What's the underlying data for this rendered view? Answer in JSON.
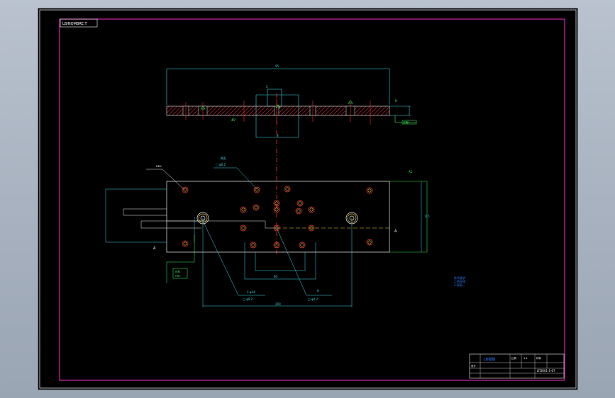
{
  "window": {
    "background": "#b0b9c6",
    "viewport_bg": "#000000"
  },
  "drawing": {
    "tab_label": "LB/NOMBRE.T",
    "colors": {
      "frame": "#ff2bd0",
      "border": "#ffffff",
      "dimension": "#3fd6e6",
      "plate": "#f0f0f0",
      "hatch": "#ff3040",
      "centerline": "#ff2a2a",
      "hole_outer": "#ff3b3b",
      "hole_inner": "#ffcf3a",
      "annotation": "#40ff60",
      "highlight": "#2a7bff",
      "outline": "#30e040"
    },
    "section_view": {
      "top_dim": "95",
      "boss_dim": "2",
      "depth_dim": "8",
      "right_label": "H",
      "leader_label": "刀具1",
      "left_label": "45°"
    },
    "plan_view": {
      "holes_callout": {
        "label": "销孔",
        "value": "□ φ0.2"
      },
      "top_left_label": "DEH",
      "right_dim": "115",
      "right_top_label": "A1",
      "right_mark": "A",
      "left_mark": "A",
      "inner_dim": "80",
      "bottom_dim": "200",
      "bottom_left_callout": {
        "label": "2-φ14",
        "value": "□ φ0.2"
      },
      "bottom_right_callout": {
        "label": "8",
        "value": "□ φ0.2"
      },
      "green_box": {
        "line1": "材料",
        "line2": "HRC"
      }
    },
    "notes": {
      "line1": "技术要求",
      "line2": "1.热处理",
      "line3": "2.表面..."
    },
    "title_block": {
      "name": "LB模板",
      "cell1": "比例",
      "cell2": "1:1",
      "cell3": "材料",
      "drawing_no": "LTDR01-1-07",
      "row_label": "设计"
    }
  }
}
